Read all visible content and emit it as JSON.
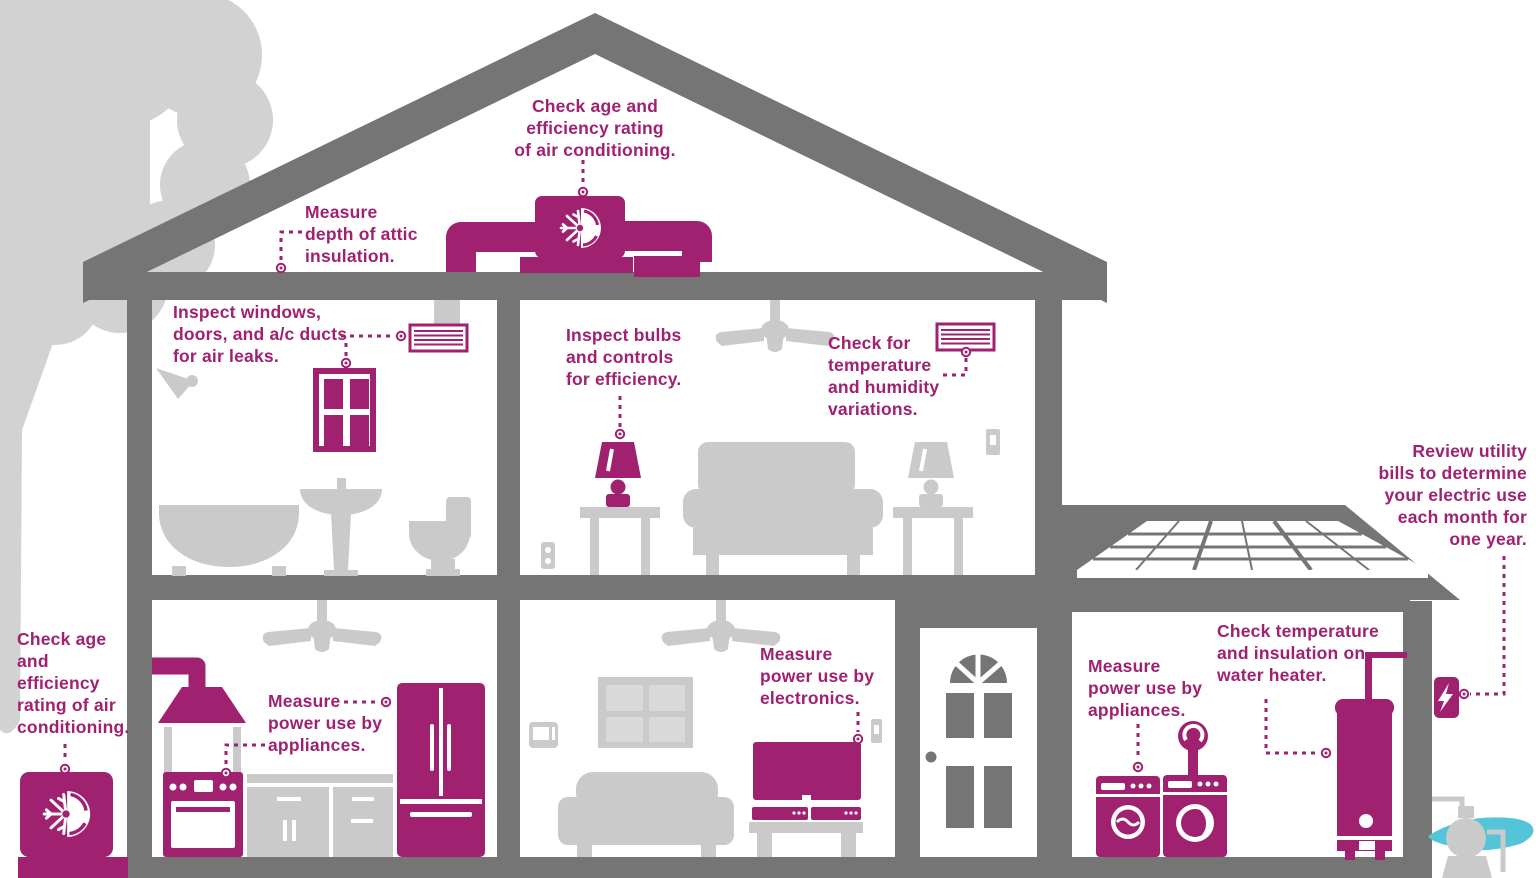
{
  "meta": {
    "subject": "Cross-section of a two-story house infographic showing home energy audit checkpoints"
  },
  "colors": {
    "magenta": "#9f2170",
    "wall": "#757575",
    "lite": "#cacaca",
    "pane": "#d9d9d9",
    "cloud": "#d2d2d2",
    "teal": "#54c5d8"
  },
  "callouts": {
    "rooftop_ac": {
      "text": "Check age and\nefficiency rating\nof air conditioning."
    },
    "attic_insulation": {
      "text": "Measure\ndepth of attic\ninsulation."
    },
    "air_leaks": {
      "text": "Inspect windows,\ndoors, and a/c ducts\nfor air leaks."
    },
    "bulbs": {
      "text": "Inspect bulbs\nand controls\nfor efficiency."
    },
    "humidity": {
      "text": "Check for\ntemperature\nand humidity\nvariations."
    },
    "utility_bills": {
      "text": "Review utility\nbills to determine\nyour electric use\neach month for\none year."
    },
    "outdoor_ac": {
      "text": "Check age\nand\nefficiency\nrating of air\nconditioning."
    },
    "kitchen_appliances": {
      "text": "Measure\npower use by\nappliances."
    },
    "electronics": {
      "text": "Measure\npower use by\nelectronics."
    },
    "laundry_appliances": {
      "text": "Measure\npower use by\nappliances."
    },
    "water_heater": {
      "text": "Check temperature\nand insulation on\nwater heater."
    }
  },
  "icons": {
    "rooftop_ac_unit": "snowflake-fan-icon",
    "outdoor_ac_unit": "snowflake-fan-icon",
    "electric_meter": "lightning-bolt-icon",
    "air_vents": "louvered-vent-icon",
    "leader_markers": "ring-dot-icon",
    "solar_panels": "roof-panel-grid"
  }
}
